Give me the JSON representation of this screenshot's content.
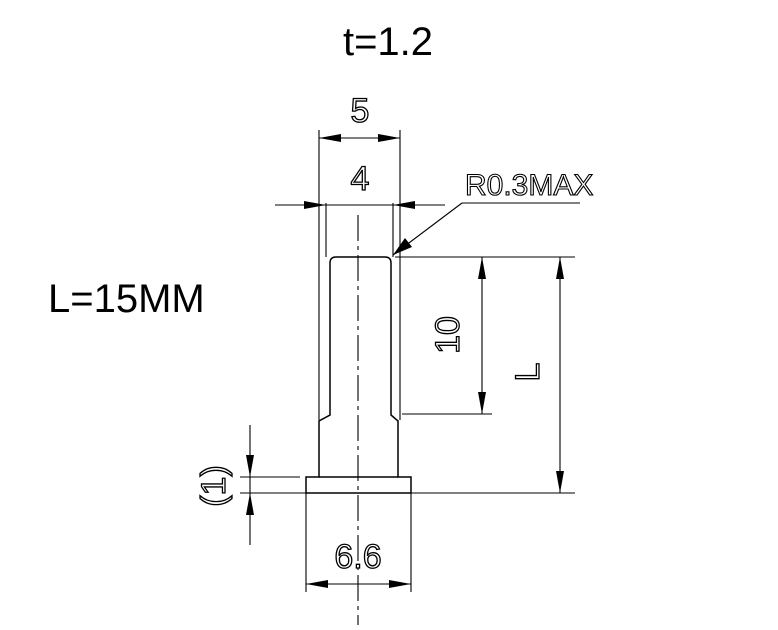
{
  "thickness_label": "t=1.2",
  "length_label": "L=15MM",
  "dimensions": {
    "overall_width": "5",
    "inner_width": "4",
    "radius_note": "R0.3MAX",
    "upper_length": "10",
    "total_length": "L",
    "flange_thickness": "(1)",
    "flange_diameter": "6.6"
  }
}
